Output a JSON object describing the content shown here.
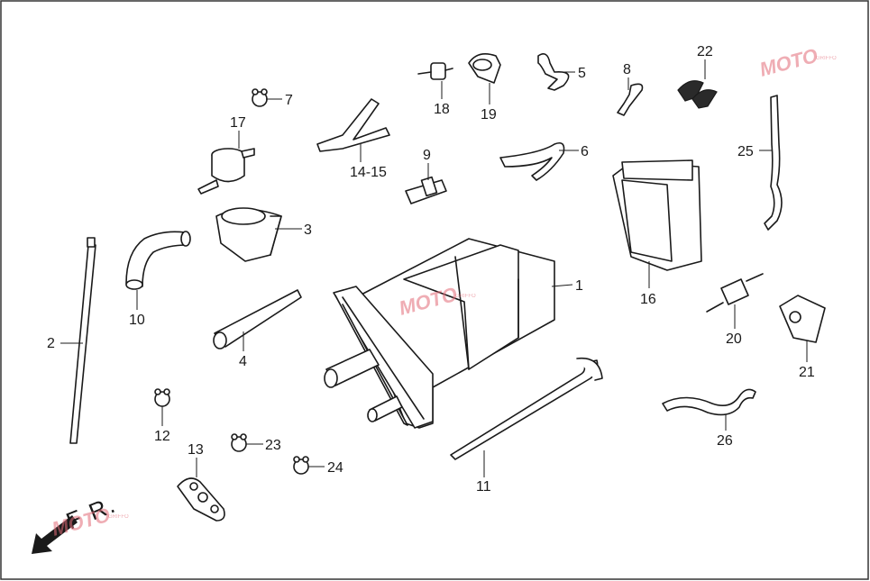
{
  "callouts": {
    "c1": "1",
    "c2": "2",
    "c3": "3",
    "c4": "4",
    "c5": "5",
    "c6": "6",
    "c7": "7",
    "c8": "8",
    "c9": "9",
    "c10": "10",
    "c11": "11",
    "c12": "12",
    "c13": "13",
    "c1415": "14-15",
    "c16": "16",
    "c17": "17",
    "c18": "18",
    "c19": "19",
    "c20": "20",
    "c21": "21",
    "c22": "22",
    "c23": "23",
    "c24": "24",
    "c25": "25",
    "c26": "26"
  },
  "direction": {
    "label": "F R."
  },
  "watermark": {
    "logo_text": "MOTO",
    "small_text": "GRIFFO"
  },
  "colors": {
    "line": "#1a1a1a",
    "watermark": "#e26b78",
    "frame": "#333333"
  }
}
